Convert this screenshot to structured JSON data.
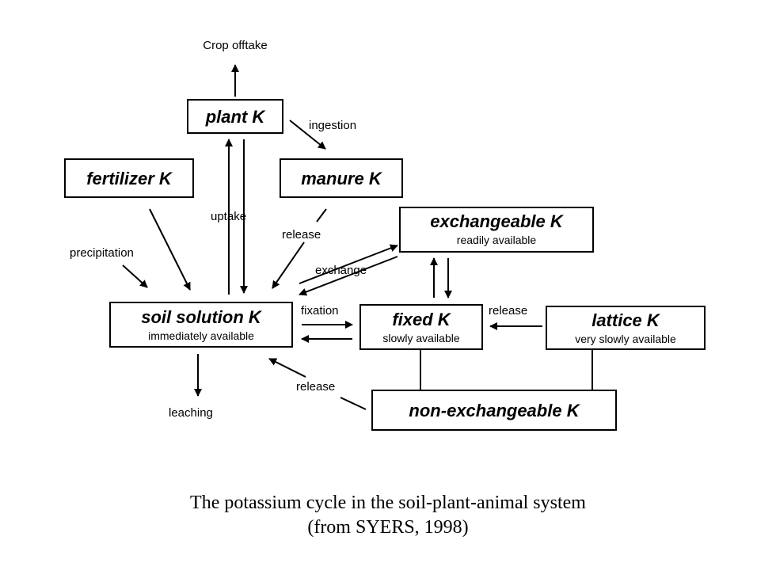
{
  "nodes": {
    "plant": {
      "title": "plant K"
    },
    "fertilizer": {
      "title": "fertilizer K"
    },
    "manure": {
      "title": "manure K"
    },
    "exchangeable": {
      "title": "exchangeable K",
      "subtitle": "readily available"
    },
    "soil_solution": {
      "title": "soil solution K",
      "subtitle": "immediately available"
    },
    "fixed": {
      "title": "fixed K",
      "subtitle": "slowly available"
    },
    "lattice": {
      "title": "lattice K",
      "subtitle": "very slowly available"
    },
    "non_exchangeable": {
      "title": "non-exchangeable K"
    }
  },
  "labels": {
    "crop_offtake": "Crop offtake",
    "ingestion": "ingestion",
    "uptake": "uptake",
    "release_manure": "release",
    "precipitation": "precipitation",
    "exchange": "exchange",
    "fixation": "fixation",
    "release_lattice": "release",
    "release_nonexch": "release",
    "leaching": "leaching"
  },
  "caption": {
    "line1": "The potassium cycle in the soil-plant-animal system",
    "line2": "(from SYERS, 1998)"
  }
}
